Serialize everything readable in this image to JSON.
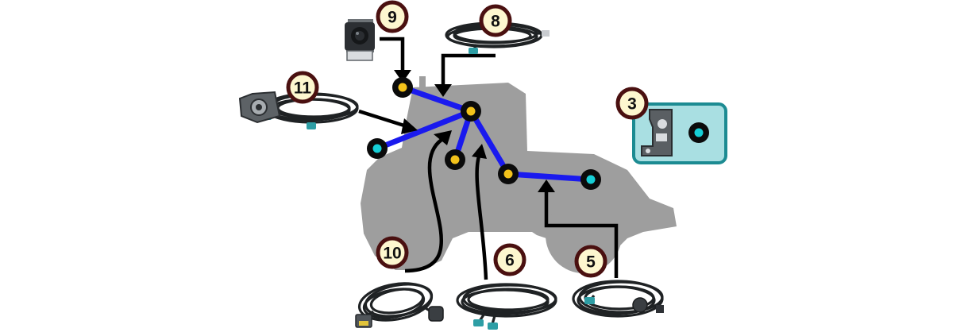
{
  "diagram": {
    "colors": {
      "tractor": "#9e9e9e",
      "harness": "#1a1aee",
      "arrow": "#000000",
      "badge_fill": "#fdf7cf",
      "badge_ring": "#4a1010",
      "node_core_yellow": "#f3c21a",
      "node_core_teal": "#16cfd6",
      "node_ring": "#0b0b0b",
      "cable": "#1f2224",
      "connector": "#2e9ea5",
      "inset_fill": "#a9dfe2",
      "inset_border": "#1c8b92"
    },
    "badges": [
      {
        "id": "badge-9",
        "label": "9"
      },
      {
        "id": "badge-8",
        "label": "8"
      },
      {
        "id": "badge-11",
        "label": "11"
      },
      {
        "id": "badge-3",
        "label": "3"
      },
      {
        "id": "badge-10",
        "label": "10"
      },
      {
        "id": "badge-6",
        "label": "6"
      },
      {
        "id": "badge-5",
        "label": "5"
      }
    ],
    "components": [
      {
        "badge": "9",
        "icon": "camera-icon"
      },
      {
        "badge": "8",
        "icon": "coiled-cable-icon"
      },
      {
        "badge": "11",
        "icon": "coiled-cable-with-socket-icon"
      },
      {
        "badge": "3",
        "icon": "mounting-bracket-icon"
      },
      {
        "badge": "10",
        "icon": "coiled-cable-with-plug-icon"
      },
      {
        "badge": "6",
        "icon": "coiled-cable-twin-connector-icon"
      },
      {
        "badge": "5",
        "icon": "coiled-cable-with-socket-icon"
      }
    ]
  }
}
